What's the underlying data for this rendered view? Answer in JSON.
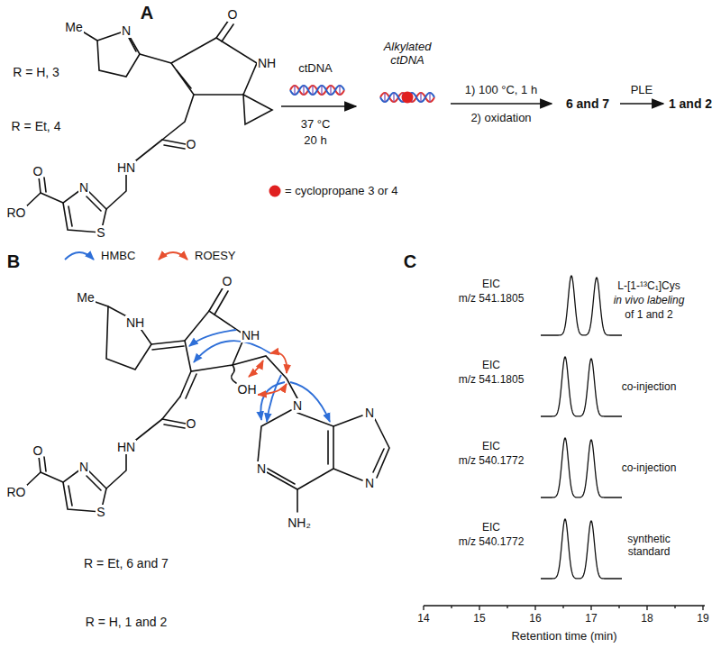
{
  "diagram": {
    "labels": [
      "A",
      "Me",
      "N",
      "O",
      "NH",
      "R = H, 3",
      "R = Et, 4",
      "O",
      "HN",
      "N",
      "O",
      "RO",
      "S",
      "ctDNA",
      "37 °C",
      "20 h",
      "Alkylated ctDNA",
      "1) 100 °C, 1 h",
      "2) oxidation",
      "6 and 7",
      "PLE",
      "1 and 2",
      "= cyclopropane 3 or 4",
      "B",
      "Me",
      "NH",
      "O",
      "NH",
      "OH",
      "N",
      "N",
      "N",
      "N",
      "NH₂",
      "O",
      "HN",
      "N",
      "O",
      "RO",
      "S",
      "R = Et, 6 and 7",
      "R = H, 1 and 2",
      "C",
      "EIC",
      "m/z 541.1805",
      "L-[1-¹³C₁]Cys",
      "in vivo labeling",
      "of 1 and 2",
      "EIC",
      "m/z 541.1805",
      "co-injection",
      "EIC",
      "m/z 540.1772",
      "co-injection",
      "EIC",
      "m/z 540.1772",
      "synthetic standard",
      "14",
      "15",
      "16",
      "17",
      "18",
      "19",
      "Retention time (min)"
    ],
    "legend": [
      {
        "text": "HMBC"
      },
      {
        "text": "ROESY"
      }
    ]
  }
}
